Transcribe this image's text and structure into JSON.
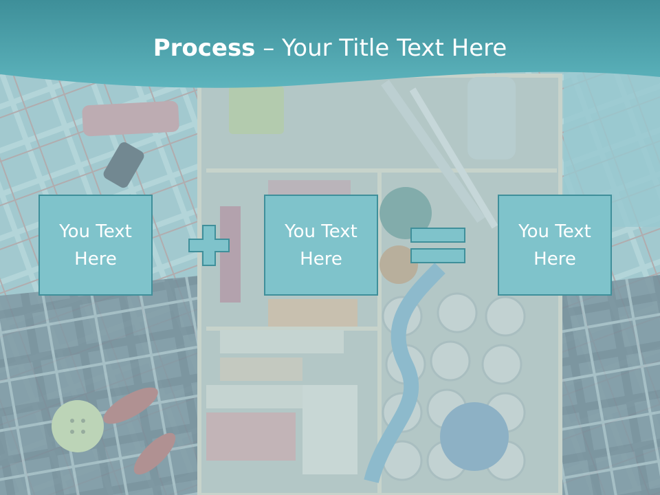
{
  "slide": {
    "title_bold": "Process",
    "title_rest": " – Your Title Text Here"
  },
  "boxes": [
    {
      "text": "You Text Here"
    },
    {
      "text": "You Text Here"
    },
    {
      "text": "You Text Here"
    }
  ],
  "operators": {
    "plus_icon": "plus-sign",
    "equals_icon": "equals-sign"
  },
  "colors": {
    "banner": "#4aa2ad",
    "box_fill": "#7fc3cb",
    "box_border": "#3f8f9a",
    "operator_fill": "#7fc3cb"
  }
}
